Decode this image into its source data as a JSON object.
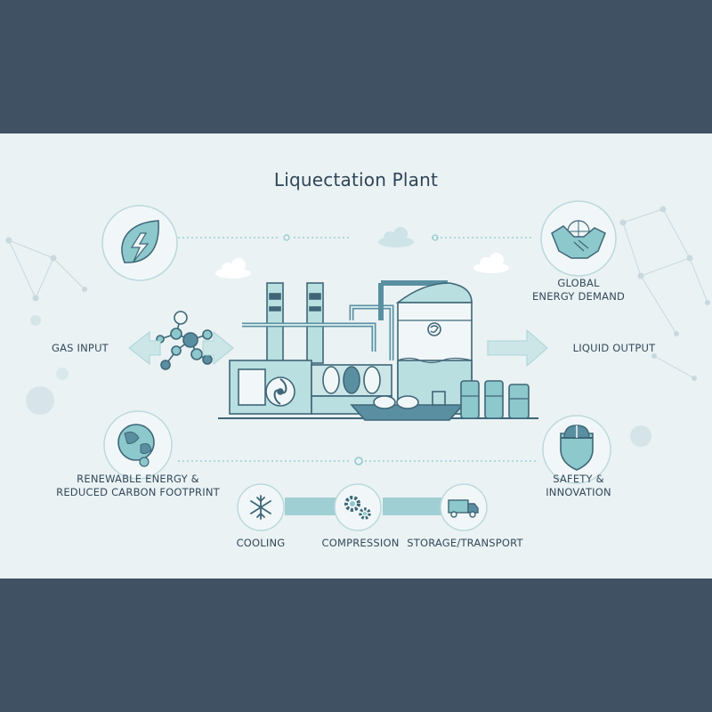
{
  "title": "Liquectation Plant",
  "labels": {
    "gas_input": "GAS INPUT",
    "liquid_output": "LIQUID OUTPUT",
    "global_demand": "GLOBAL\nENERGY DEMAND",
    "renewable": "RENEWABLE ENERGY &\nREDUCED CARBON FOOTPRINT",
    "safety": "SAFETY &\nINNOVATION"
  },
  "stages": [
    {
      "label": "COOLING",
      "icon": "snowflake-icon"
    },
    {
      "label": "COMPRESSION",
      "icon": "gears-icon"
    },
    {
      "label": "STORAGE/TRANSPORT",
      "icon": "truck-icon"
    }
  ],
  "colors": {
    "frame": "#3f5163",
    "panel": "#eaf2f4",
    "accent": "#8cc8cc",
    "line": "#3f6677",
    "text": "#33495a"
  }
}
